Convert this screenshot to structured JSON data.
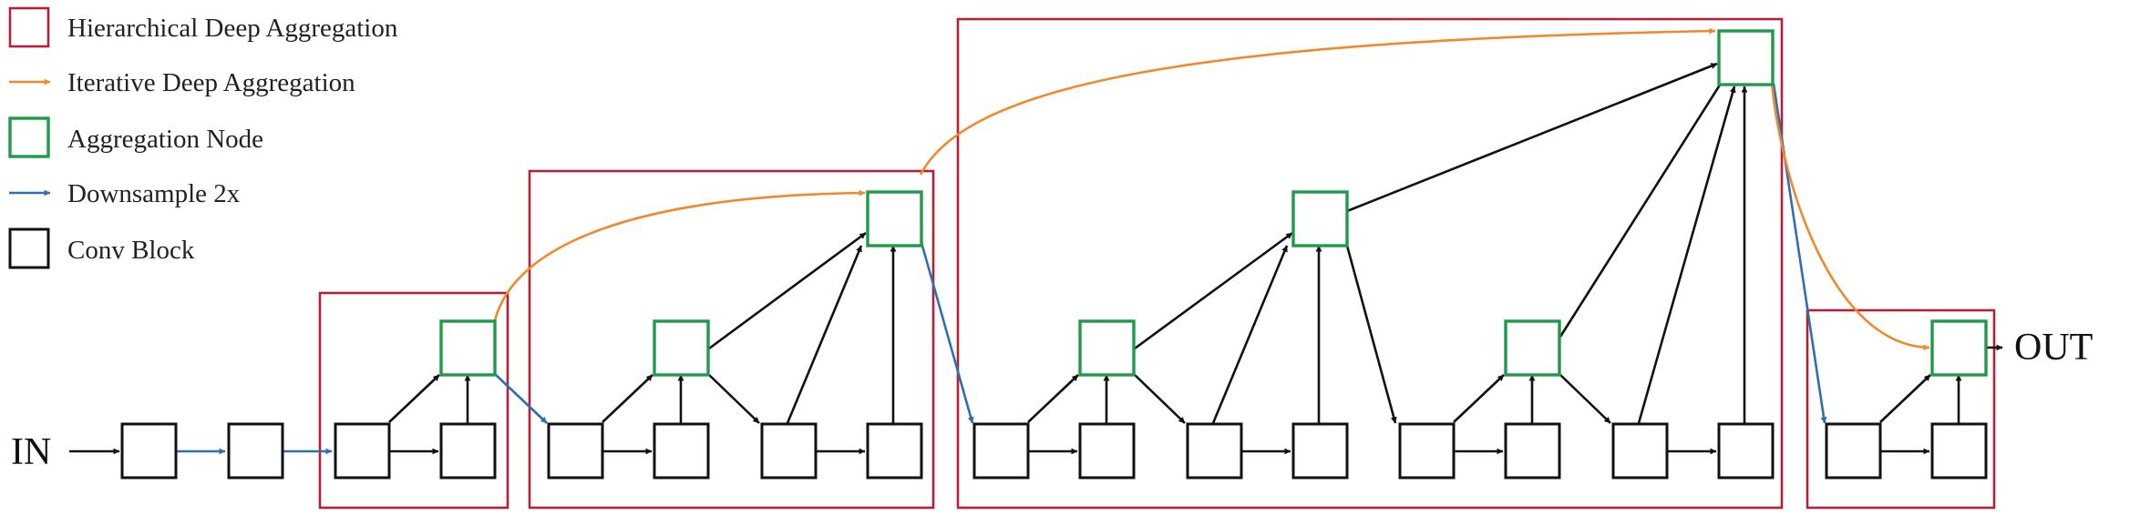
{
  "legend": {
    "hda": "Hierarchical Deep Aggregation",
    "ida": "Iterative Deep Aggregation",
    "agg": "Aggregation Node",
    "down": "Downsample 2x",
    "conv": "Conv Block"
  },
  "io": {
    "input": "IN",
    "output": "OUT"
  },
  "colors": {
    "hierarchical_deep_aggregation": "#b52035",
    "iterative_deep_aggregation": "#ef8a2c",
    "aggregation_node": "#1e9a4a",
    "downsample": "#2f6fb0",
    "conv_block": "#111111"
  },
  "icons": {
    "hda": "red-square-icon",
    "ida": "orange-arrow-icon",
    "agg": "green-square-icon",
    "down": "blue-arrow-icon",
    "conv": "black-square-icon"
  }
}
